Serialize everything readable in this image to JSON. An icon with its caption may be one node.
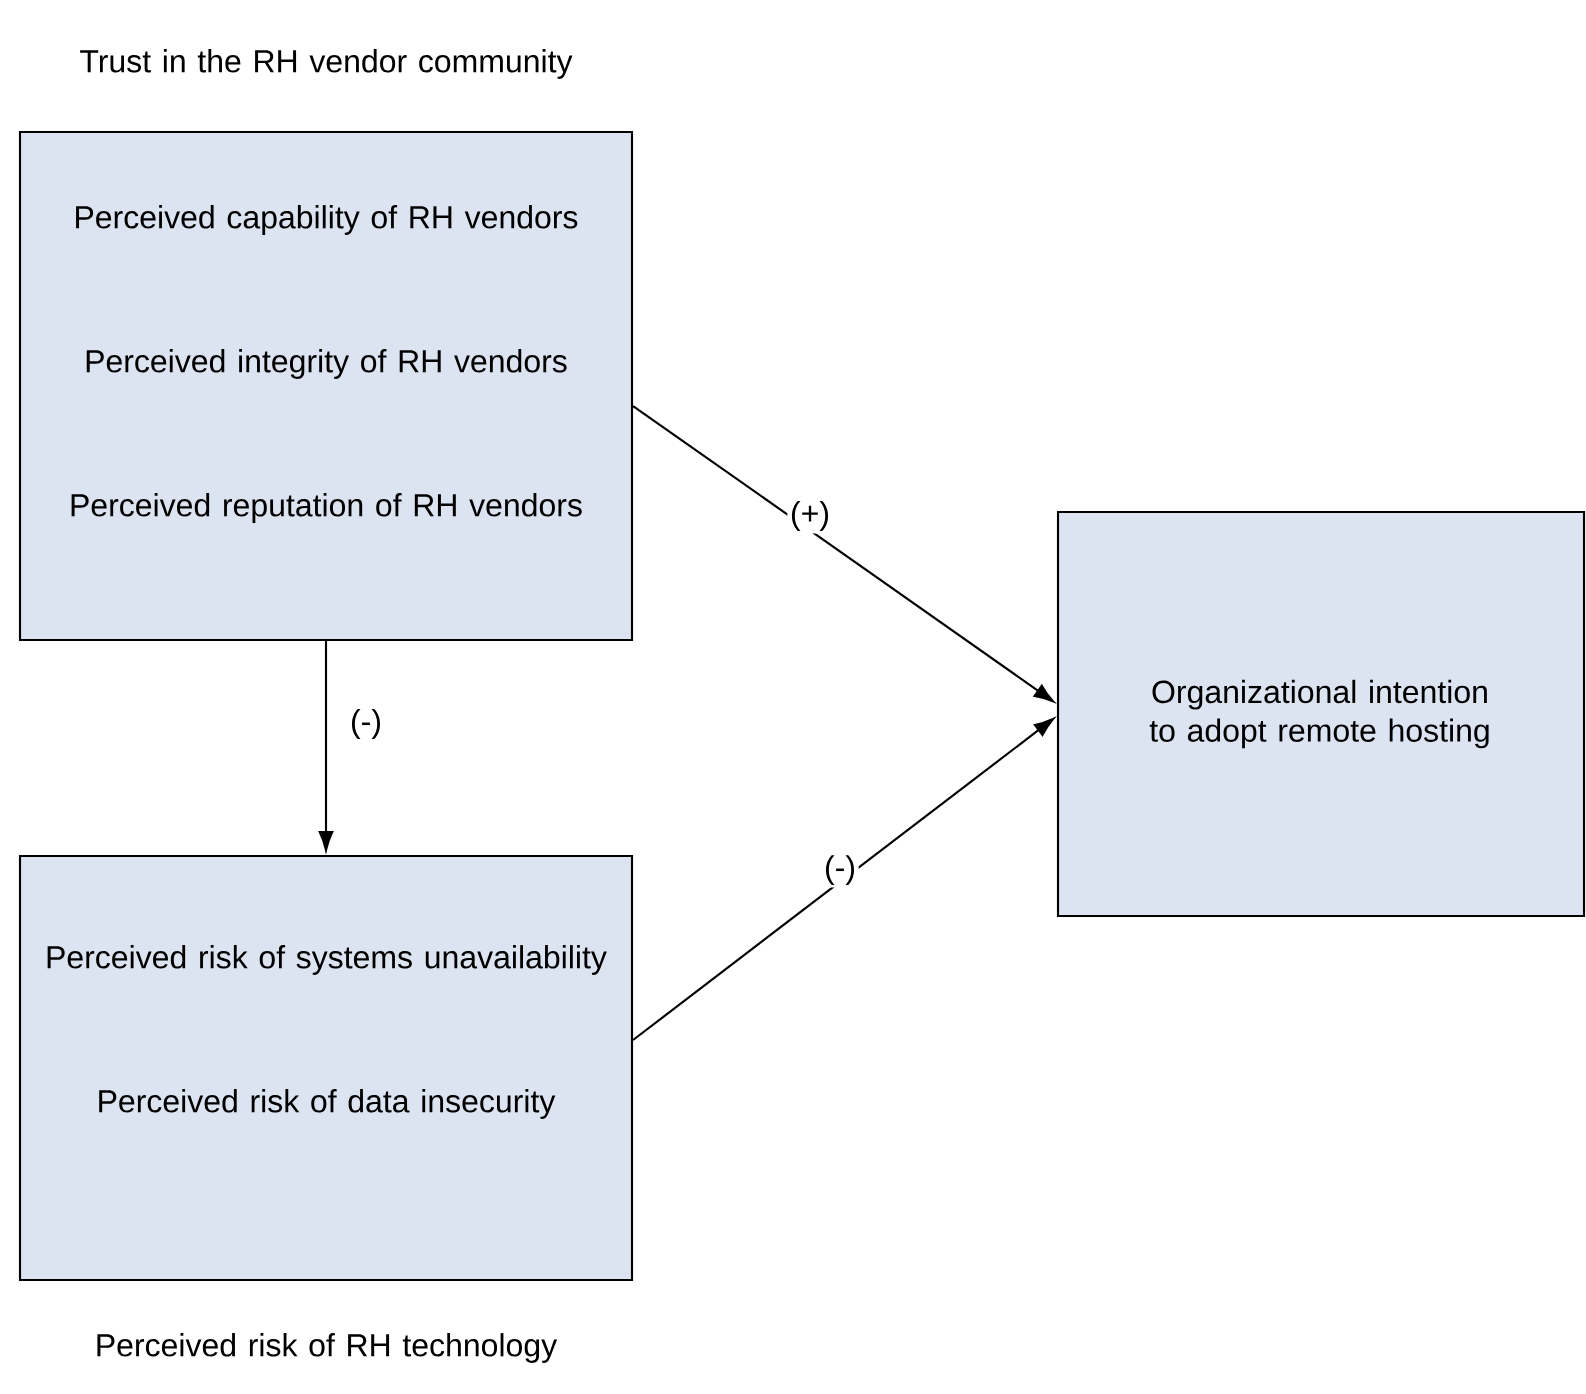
{
  "diagram": {
    "nodes": [
      {
        "text": [
          "Trust in the RH vendor community",
          "Perceived capability of RH vendors",
          "Perceived integrity of RH vendors",
          "Perceived reputation of RH vendors"
        ]
      },
      {
        "text": [
          "Perceived risk of systems unavailability",
          "Perceived risk of data insecurity",
          "Perceived risk of RH technology"
        ]
      },
      {
        "text": [
          "Organizational intention to adopt remote hosting"
        ]
      }
    ],
    "edges": [
      {
        "from": 0,
        "to": 2,
        "arrow": "to",
        "label": "(+)"
      },
      {
        "from": 0,
        "to": 1,
        "arrow": "to",
        "label": "(-)"
      },
      {
        "from": 1,
        "to": 2,
        "arrow": "to",
        "label": "(-)"
      }
    ]
  }
}
